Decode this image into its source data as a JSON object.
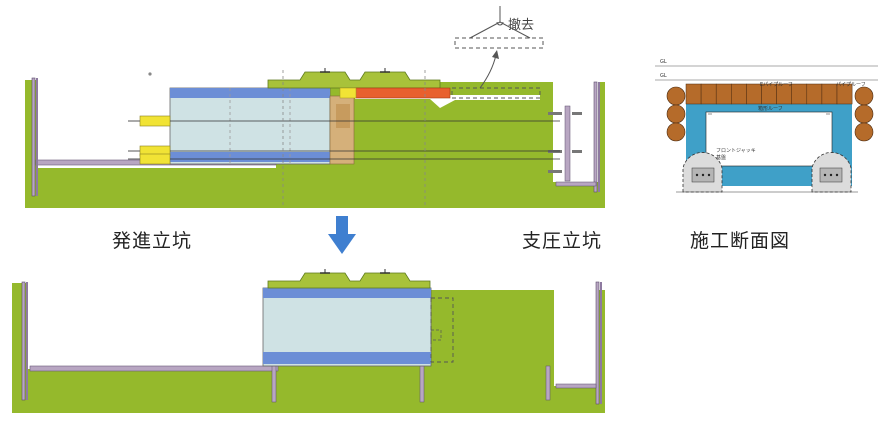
{
  "labels": {
    "removal": "撤去",
    "launch_shaft": "発進立坑",
    "reaction_shaft": "支圧立坑",
    "cross_section": "施工断面図"
  },
  "section_labels": {
    "gl1": "GL",
    "gl2": "GL",
    "roof_top": "Eパイプルーフ",
    "roof_right": "パイプルーフ",
    "inner_roof": "箱形ルーフ",
    "jack": "フロントジャッキ",
    "base": "基盤"
  },
  "colors": {
    "ground": "#95b92c",
    "ground_dark": "#7e9c22",
    "box_body": "#cfe2e4",
    "box_band": "#6c8ed6",
    "pipe_roof": "#b56b2a",
    "red_pipe": "#e8602e",
    "jack_yellow": "#f1e335",
    "pile": "#b8a6c2",
    "section_frame": "#3fa0c8",
    "arrow_blue": "#3f7fd0"
  }
}
